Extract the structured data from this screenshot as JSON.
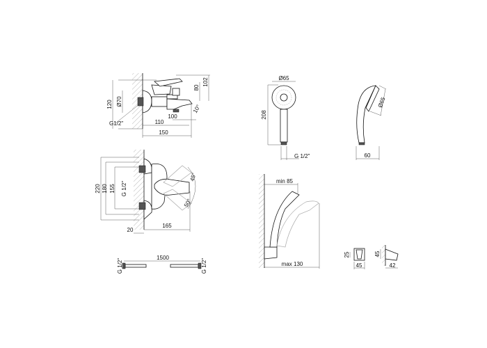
{
  "faucet_side": {
    "h120": "120",
    "d70": "Ø70",
    "h80": "80",
    "h102": "102",
    "w100": "100",
    "w110": "110",
    "w150": "150",
    "thread": "G1/2\"",
    "angle": "10°"
  },
  "faucet_top": {
    "h220": "220",
    "h180": "180",
    "h155": "155",
    "thread": "G 1/2\"",
    "angle45": "45°",
    "angle50": "50°",
    "w165": "165",
    "w20": "20"
  },
  "hose": {
    "length": "1500",
    "thread_left": "G 1/2\"",
    "thread_right": "G 1/2\""
  },
  "shower_front": {
    "diameter": "Ø65",
    "height": "208",
    "thread": "G 1/2\""
  },
  "shower_side": {
    "diameter": "Ø65",
    "depth": "60"
  },
  "shower_mounted": {
    "min": "min 85",
    "max": "max 130"
  },
  "holder_front": {
    "h": "25",
    "w": "45"
  },
  "holder_side": {
    "h": "45",
    "w": "42"
  }
}
